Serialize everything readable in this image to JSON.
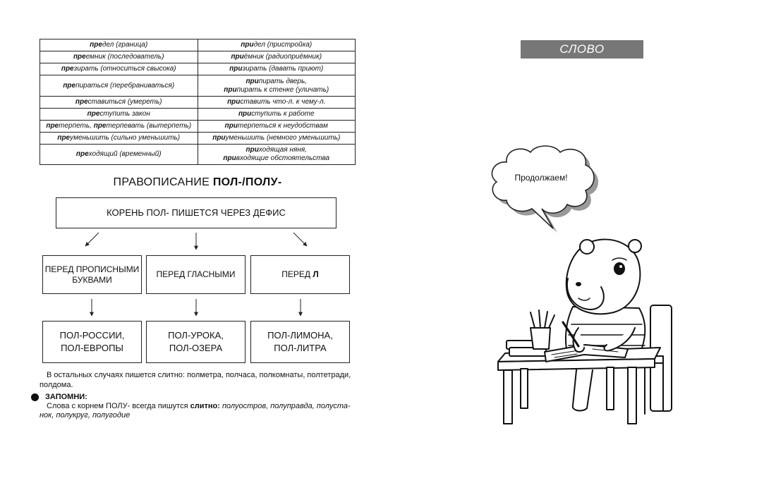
{
  "pairs_table": [
    {
      "left": [
        {
          "b": "пре",
          "t": "дел (граница)"
        }
      ],
      "right": [
        {
          "b": "при",
          "t": "дел (пристройка)"
        }
      ]
    },
    {
      "left": [
        {
          "b": "пре",
          "t": "емник (последователь)"
        }
      ],
      "right": [
        {
          "b": "при",
          "t": "ёмник (радиоприёмник)"
        }
      ]
    },
    {
      "left": [
        {
          "b": "пре",
          "t": "зирать (относиться свысока)"
        }
      ],
      "right": [
        {
          "b": "при",
          "t": "зирать (давать приют)"
        }
      ]
    },
    {
      "left": [
        {
          "b": "пре",
          "t": "пираться (перебраниваться)"
        }
      ],
      "right": [
        {
          "b": "при",
          "t": "пирать дверь,"
        },
        {
          "b": "при",
          "t": "пирать к стенке (уличать)"
        }
      ]
    },
    {
      "left": [
        {
          "b": "пре",
          "t": "ставиться (умереть)"
        }
      ],
      "right": [
        {
          "b": "при",
          "t": "ставить что-л. к чему-л."
        }
      ]
    },
    {
      "left": [
        {
          "b": "пре",
          "t": "ступить закон"
        }
      ],
      "right": [
        {
          "b": "при",
          "t": "ступить к работе"
        }
      ]
    },
    {
      "left": [
        {
          "b": "пре",
          "t": "терпеть, "
        },
        {
          "b": "пре",
          "t": "терпевать (вытерпеть)"
        }
      ],
      "right": [
        {
          "b": "при",
          "t": "терпеться к неудобствам"
        }
      ]
    },
    {
      "left": [
        {
          "b": "пре",
          "t": "уменьшить (сильно уменьшить)"
        }
      ],
      "right": [
        {
          "b": "при",
          "t": "уменьшить (немного уменьшить)"
        }
      ]
    },
    {
      "left": [
        {
          "b": "пре",
          "t": "ходящий (временный)"
        }
      ],
      "right": [
        {
          "b": "при",
          "t": "ходящая няня,"
        },
        {
          "b": "при",
          "t": "входящие обстоятельства"
        }
      ]
    }
  ],
  "section": {
    "title_plain": "ПРАВОПИСАНИЕ ",
    "title_bold": "ПОЛ-/ПОЛУ-"
  },
  "diagram": {
    "root": "КОРЕНЬ ПОЛ- ПИШЕТСЯ ЧЕРЕЗ ДЕФИС",
    "categories": [
      {
        "label": "ПЕРЕД ПРОПИСНЫМИ БУКВАМИ",
        "bold": ""
      },
      {
        "label": "ПЕРЕД ГЛАСНЫМИ",
        "bold": ""
      },
      {
        "label": "ПЕРЕД ",
        "bold": "Л"
      }
    ],
    "examples": [
      {
        "line1": "ПОЛ-РОССИИ,",
        "line2": "ПОЛ-ЕВРОПЫ"
      },
      {
        "line1": "ПОЛ-УРОКА,",
        "line2": "ПОЛ-ОЗЕРА"
      },
      {
        "line1": "ПОЛ-ЛИМОНА,",
        "line2": "ПОЛ-ЛИТРА"
      }
    ]
  },
  "note": "В остальных случаях пишется слитно: полметра, полчаса, полкомнаты, полтетради, полдома.",
  "remember": {
    "label": "ЗАПОМНИ:",
    "text_start": "Слова с корнем ПОЛУ- всегда пишутся ",
    "text_bold": "слитно:",
    "text_examples": " полуостров, полуправда, полуста-нок, полукруг, полугодие"
  },
  "header_tag": "СЛОВО",
  "speech_bubble": "Продолжаем!",
  "icons": {
    "illustration": "capybara-writing-at-desk-illustration",
    "bubble": "speech-bubble-cloud",
    "bullet": "bullet-dot"
  }
}
